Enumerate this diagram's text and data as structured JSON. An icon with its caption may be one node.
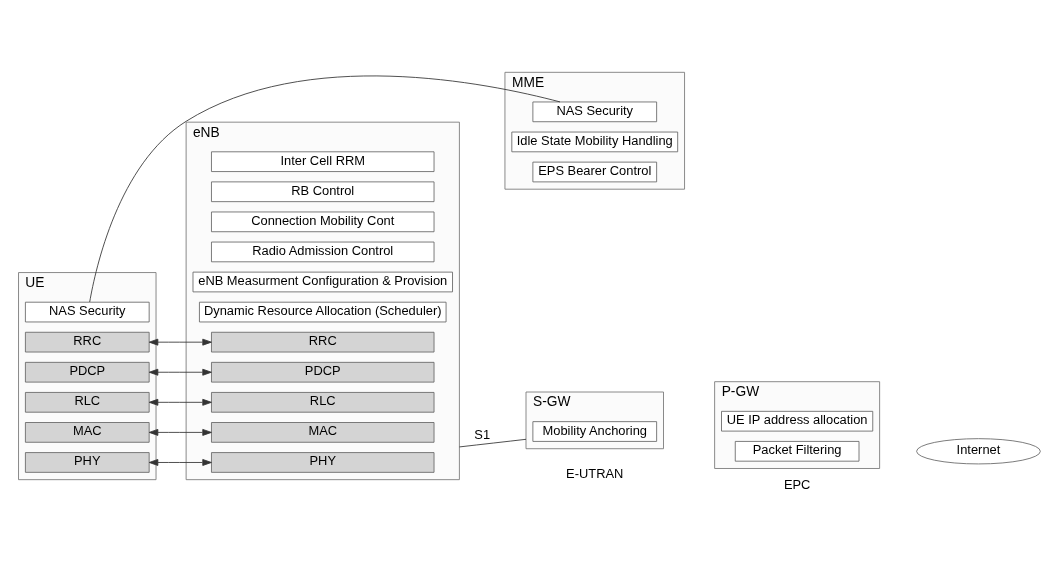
{
  "diagram": {
    "nodes": [
      {
        "text": [
          "UE"
        ]
      },
      {
        "text": [
          "NAS Security"
        ],
        "in": 0
      },
      {
        "text": [
          "RRC"
        ],
        "in": 0
      },
      {
        "text": [
          "PDCP"
        ],
        "in": 0
      },
      {
        "text": [
          "RLC"
        ],
        "in": 0
      },
      {
        "text": [
          "MAC"
        ],
        "in": 0
      },
      {
        "text": [
          "PHY"
        ],
        "in": 0
      },
      {
        "text": [
          "eNB"
        ]
      },
      {
        "text": [
          "Inter Cell RRM"
        ],
        "in": 7
      },
      {
        "text": [
          "RB Control"
        ],
        "in": 7
      },
      {
        "text": [
          "Connection Mobility Cont"
        ],
        "in": 7
      },
      {
        "text": [
          "Radio Admission Control"
        ],
        "in": 7
      },
      {
        "text": [
          "eNB Measurment Configuration & Provision"
        ],
        "in": 7
      },
      {
        "text": [
          "Dynamic Resource Allocation (Scheduler)"
        ],
        "in": 7
      },
      {
        "text": [
          "RRC"
        ],
        "in": 7
      },
      {
        "text": [
          "PDCP"
        ],
        "in": 7
      },
      {
        "text": [
          "RLC"
        ],
        "in": 7
      },
      {
        "text": [
          "MAC"
        ],
        "in": 7
      },
      {
        "text": [
          "PHY"
        ],
        "in": 7
      },
      {
        "text": [
          "MME"
        ]
      },
      {
        "text": [
          "NAS Security"
        ],
        "in": 19
      },
      {
        "text": [
          "Idle State Mobility Handling"
        ],
        "in": 19
      },
      {
        "text": [
          "EPS Bearer Control"
        ],
        "in": 19
      },
      {
        "text": [
          "S-GW"
        ]
      },
      {
        "text": [
          "Mobility Anchoring"
        ],
        "in": 23
      },
      {
        "text": [
          "P-GW"
        ]
      },
      {
        "text": [
          "UE IP address allocation"
        ],
        "in": 25
      },
      {
        "text": [
          "Packet Filtering"
        ],
        "in": 25
      },
      {
        "text": [
          "Internet"
        ]
      }
    ],
    "edges": [
      {
        "from": 1,
        "to": 20,
        "arrow": "none"
      },
      {
        "from": 2,
        "to": 14,
        "arrow": "both"
      },
      {
        "from": 3,
        "to": 15,
        "arrow": "both"
      },
      {
        "from": 4,
        "to": 16,
        "arrow": "both"
      },
      {
        "from": 5,
        "to": 17,
        "arrow": "both"
      },
      {
        "from": 6,
        "to": 18,
        "arrow": "both"
      },
      {
        "from": 7,
        "to": 23,
        "label": "S1",
        "arrow": "none"
      }
    ],
    "labels": [
      "E-UTRAN",
      "EPC"
    ]
  }
}
